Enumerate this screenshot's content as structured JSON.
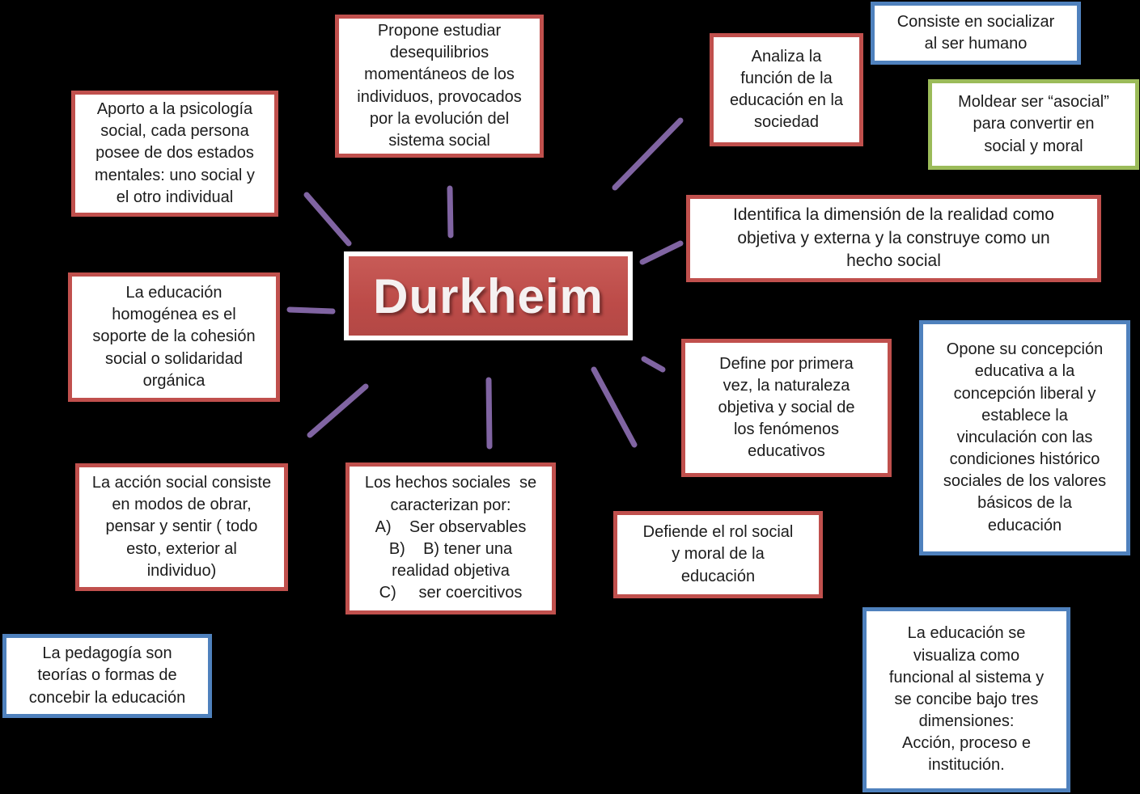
{
  "diagram": {
    "background_color": "#000000",
    "colors": {
      "red_border": "#C0504D",
      "blue_border": "#4F81BD",
      "green_border": "#9BBB59",
      "connector_purple": "#8064A2",
      "center_fill": "#C0504D",
      "center_text": "#FFFFFF",
      "node_background": "#FFFFFF",
      "node_text": "#1C1C1C"
    },
    "center": {
      "label": "Durkheim"
    },
    "nodes": [
      {
        "id": "aporto",
        "border": "red",
        "text": "Aporto a la psicología\nsocial, cada persona\nposee de dos estados\nmentales: uno social y\nel otro individual"
      },
      {
        "id": "propone",
        "border": "red",
        "text": "Propone estudiar\ndesequilibrios\nmomentáneos de los\nindividuos, provocados\npor la evolución del\nsistema social"
      },
      {
        "id": "analiza",
        "border": "red",
        "text": "Analiza la\nfunción de la\neducación en la\nsociedad"
      },
      {
        "id": "consiste",
        "border": "blue",
        "text": "Consiste en socializar\nal ser humano"
      },
      {
        "id": "moldear",
        "border": "green",
        "text": "Moldear ser “asocial”\npara convertir en\nsocial y moral"
      },
      {
        "id": "identifica",
        "border": "red",
        "text": "Identifica la dimensión de la realidad como\nobjetiva y externa y la construye como un\nhecho social"
      },
      {
        "id": "homogenea",
        "border": "red",
        "text": "La educación\nhomogénea es el\nsoporte de la cohesión\nsocial o solidaridad\norgánica"
      },
      {
        "id": "define",
        "border": "red",
        "text": "Define por primera\nvez, la naturaleza\nobjetiva y social de\nlos fenómenos\neducativos"
      },
      {
        "id": "opone",
        "border": "blue",
        "text": "Opone su concepción\neducativa a la\nconcepción liberal y\nestablece la\nvinculación con las\ncondiciones histórico\nsociales de los valores\nbásicos de la\neducación"
      },
      {
        "id": "accion",
        "border": "red",
        "text": "La acción social consiste\nen modos de obrar,\npensar y sentir ( todo\nesto, exterior al\nindividuo)"
      },
      {
        "id": "hechos",
        "border": "red",
        "text": "Los hechos sociales  se\ncaracterizan por:\nA)    Ser observables\nB)    B) tener una\nrealidad objetiva\nC)     ser coercitivos"
      },
      {
        "id": "defiende",
        "border": "red",
        "text": "Defiende el rol social\ny moral de la\neducación"
      },
      {
        "id": "pedagogia",
        "border": "blue",
        "text": "La pedagogía son\nteorías o formas de\nconcebir la educación"
      },
      {
        "id": "visualiza",
        "border": "blue",
        "text": "La educación se\nvisualiza como\nfuncional al sistema y\nse concibe bajo tres\ndimensiones:\nAcción, proceso e\ninstitución."
      }
    ]
  }
}
